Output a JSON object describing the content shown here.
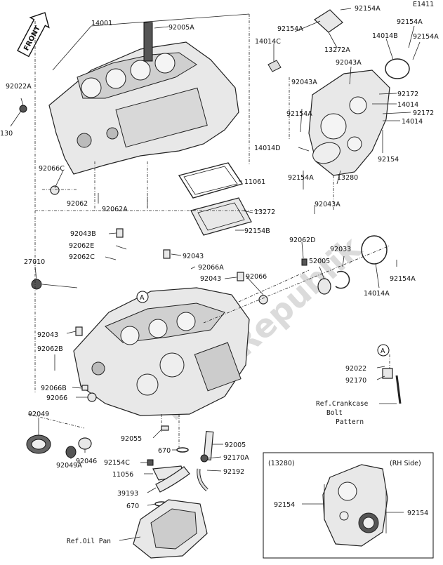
{
  "diagram_code": "E1411",
  "front_badge": "FRONT",
  "watermark": "PartsRepublik",
  "inset": {
    "title": "(13280)",
    "subtitle": "(RH Side)"
  },
  "notes": {
    "crankcase_bolt": [
      "Ref.Crankcase",
      "Bolt",
      "Pattern"
    ],
    "oil_pan": "Ref.Oil Pan"
  },
  "callout_marker": "A",
  "labels": {
    "l14001": "14001",
    "l92005A": "92005A",
    "l92154A_top": "92154A",
    "l92154A_t2": "92154A",
    "l92154A_t3": "92154A",
    "l92154A_t4": "92154A",
    "l13272A": "13272A",
    "l14014C": "14014C",
    "l14014B": "14014B",
    "l92043A_r": "92043A",
    "l92022A": "92022A",
    "l130": "130",
    "l92043A_l": "92043A",
    "l92172_a": "92172",
    "l14014_a": "14014",
    "l92154A_m": "92154A",
    "l92172_b": "92172",
    "l14014_b": "14014",
    "l14014D": "14014D",
    "l92154": "92154",
    "l92066C": "92066C",
    "l11061": "11061",
    "l92154A_b": "92154A",
    "l13280": "13280",
    "l92062": "92062",
    "l92062A": "92062A",
    "l92043A_b": "92043A",
    "l13272": "13272",
    "l92154B": "92154B",
    "l92043B": "92043B",
    "l92062D": "92062D",
    "l92062E": "92062E",
    "l92062C": "92062C",
    "l92043_a": "92043",
    "l92033": "92033",
    "l27010": "27010",
    "l92066A": "92066A",
    "l52005": "52005",
    "l92154A_r": "92154A",
    "l92043_b": "92043",
    "l92066": "92066",
    "l14014A": "14014A",
    "l92043_c": "92043",
    "l92062B": "92062B",
    "l92022": "92022",
    "l92170": "92170",
    "l92066B": "92066B",
    "l92066_b": "92066",
    "l92049": "92049",
    "l92055": "92055",
    "l92005": "92005",
    "l670_a": "670",
    "l92154C": "92154C",
    "l92170A": "92170A",
    "l11056": "11056",
    "l92192": "92192",
    "l92049A": "92049A",
    "l92046": "92046",
    "l39193": "39193",
    "l670_b": "670",
    "l92154_in_l": "92154",
    "l92154_in_r": "92154"
  }
}
